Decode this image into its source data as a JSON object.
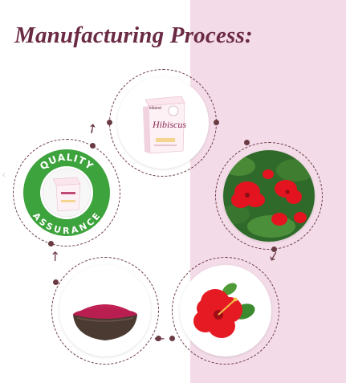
{
  "title": "Manufacturing Process:",
  "quality_badge": {
    "top_text": "QUALITY",
    "bottom_text": "ASSURANCE"
  },
  "product_box": {
    "brand": "kiband",
    "name": "Hibiscus"
  },
  "colors": {
    "title": "#6b2a44",
    "pink_panel": "#f3dbe7",
    "ring": "#6a3a43",
    "badge_green": "#3da33d",
    "hibiscus_red": "#e3141f",
    "powder": "#b81e4f"
  }
}
